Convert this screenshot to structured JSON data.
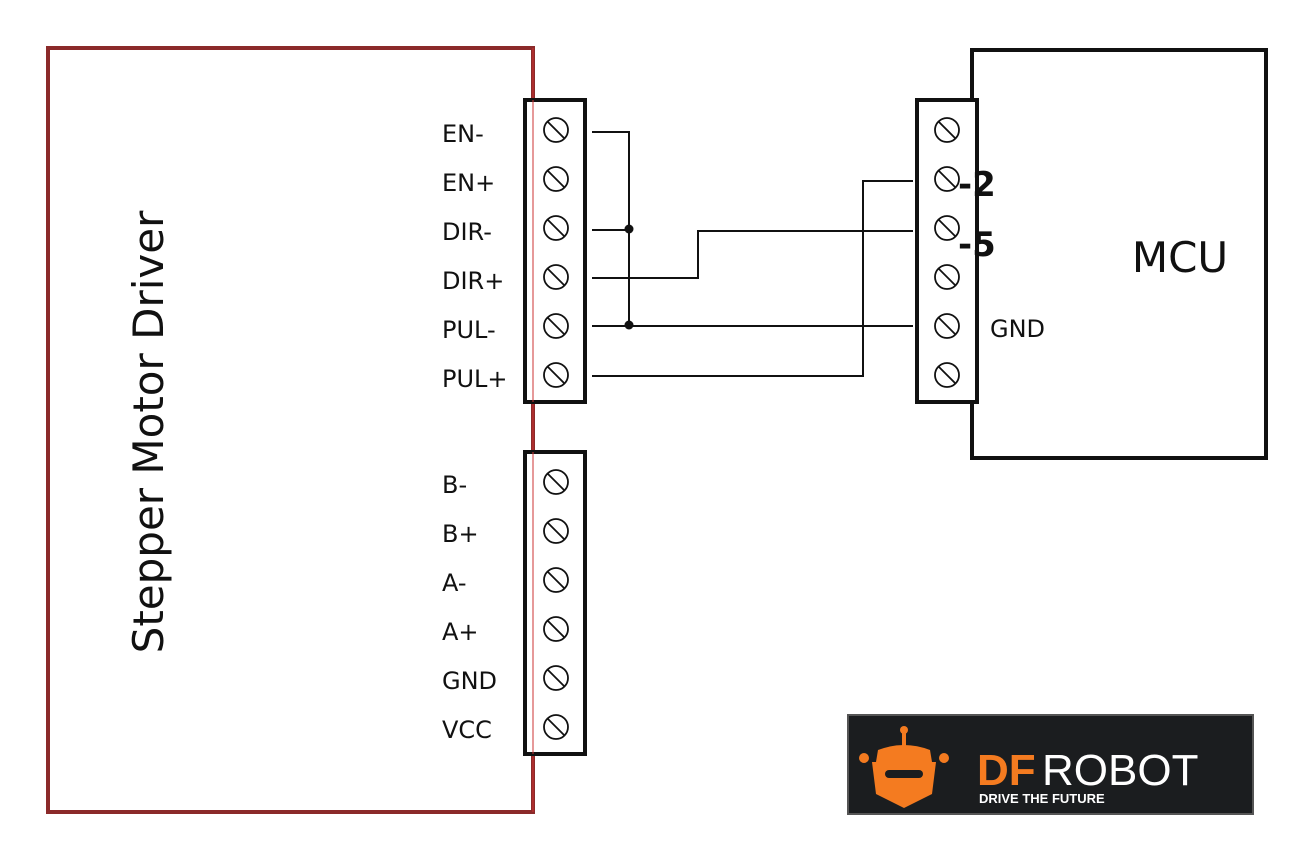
{
  "driver": {
    "title": "Stepper Motor Driver",
    "control_pins": [
      "EN-",
      "EN+",
      "DIR-",
      "DIR+",
      "PUL-",
      "PUL+"
    ],
    "power_pins": [
      "B-",
      "B+",
      "A-",
      "A+",
      "GND",
      "VCC"
    ]
  },
  "mcu": {
    "title": "MCU",
    "gnd_label": "GND",
    "handwritten": [
      "-2",
      "-5"
    ]
  },
  "logo": {
    "brand_a": "DF",
    "brand_b": "ROBOT",
    "tagline": "DRIVE THE FUTURE",
    "colors": {
      "accent": "#f47b20",
      "background": "#1b1d1f",
      "text": "#ffffff"
    }
  }
}
